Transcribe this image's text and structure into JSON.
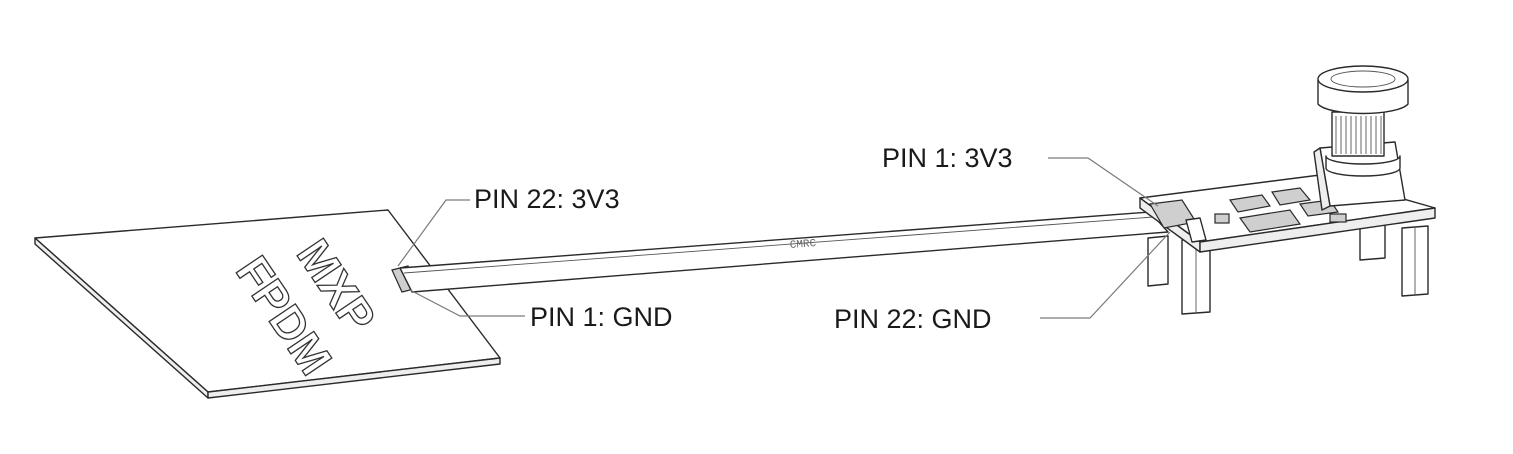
{
  "callouts": {
    "pin22_3v3": "PIN 22: 3V3",
    "pin1_gnd": "PIN 1: GND",
    "pin1_3v3": "PIN 1: 3V3",
    "pin22_gnd": "PIN 22: GND"
  },
  "board": {
    "line1": "FPDM",
    "line2": "MXP"
  },
  "ribbon": {
    "marking": "CMRC"
  }
}
